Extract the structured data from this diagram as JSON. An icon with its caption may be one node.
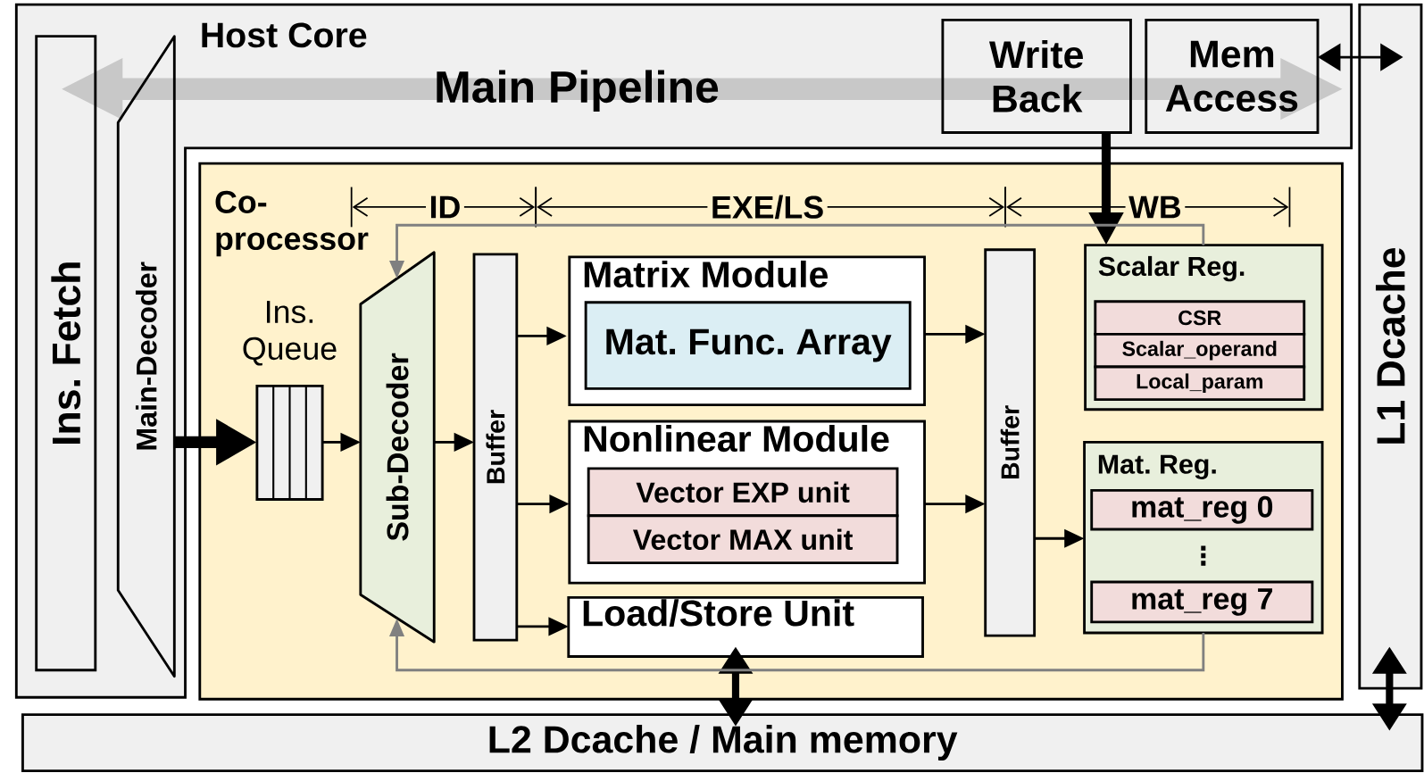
{
  "diagram": {
    "nodes": [
      {
        "text": [
          "Host Core"
        ]
      },
      {
        "text": [
          "Ins. Fetch"
        ],
        "in": 0
      },
      {
        "text": [
          "Main-Decoder"
        ],
        "in": 0
      },
      {
        "text": [
          "Write Back"
        ],
        "in": 0
      },
      {
        "text": [
          "Mem Access"
        ],
        "in": 0
      },
      {
        "text": [
          "L1 Dcache"
        ]
      },
      {
        "text": [
          "L2 Dcache / Main memory"
        ]
      },
      {
        "text": [
          "Co-processor"
        ]
      },
      {
        "text": [
          "Ins. Queue"
        ],
        "in": 7
      },
      {
        "text": [
          "Sub-Decoder"
        ],
        "in": 7
      },
      {
        "text": [
          "Buffer"
        ],
        "in": 7
      },
      {
        "text": [
          "Matrix Module"
        ],
        "in": 7
      },
      {
        "text": [
          "Mat. Func. Array"
        ],
        "in": 11
      },
      {
        "text": [
          "Nonlinear Module"
        ],
        "in": 7
      },
      {
        "text": [
          "Vector EXP unit"
        ],
        "in": 13
      },
      {
        "text": [
          "Vector MAX unit"
        ],
        "in": 13
      },
      {
        "text": [
          "Load/Store Unit"
        ],
        "in": 7
      },
      {
        "text": [
          "Buffer"
        ],
        "in": 7
      },
      {
        "text": [
          "Scalar Reg."
        ],
        "in": 7
      },
      {
        "text": [
          "CSR"
        ],
        "in": 18
      },
      {
        "text": [
          "Scalar_operand"
        ],
        "in": 18
      },
      {
        "text": [
          "Local_param"
        ],
        "in": 18
      },
      {
        "text": [
          "Mat. Reg."
        ],
        "in": 7
      },
      {
        "text": [
          "mat_reg 0"
        ],
        "in": 22
      },
      {
        "text": [
          "mat_reg 7"
        ],
        "in": 22
      }
    ],
    "edges": [
      {
        "from": 2,
        "to": 8,
        "arrow": "to",
        "style": "thick"
      },
      {
        "from": 8,
        "to": 9,
        "arrow": "to"
      },
      {
        "from": 9,
        "to": 10,
        "arrow": "to"
      },
      {
        "from": 10,
        "to": 11,
        "arrow": "to"
      },
      {
        "from": 10,
        "to": 13,
        "arrow": "to"
      },
      {
        "from": 10,
        "to": 16,
        "arrow": "to"
      },
      {
        "from": 11,
        "to": 17,
        "arrow": "to"
      },
      {
        "from": 13,
        "to": 17,
        "arrow": "to"
      },
      {
        "from": 17,
        "to": 22,
        "arrow": "to"
      },
      {
        "from": 3,
        "to": 18,
        "arrow": "to",
        "style": "thick"
      },
      {
        "from": 4,
        "to": 5,
        "arrow": "both"
      },
      {
        "from": 5,
        "to": 6,
        "arrow": "both",
        "style": "thick"
      },
      {
        "from": 16,
        "to": 6,
        "arrow": "both",
        "style": "thick"
      },
      {
        "from": 18,
        "to": 9,
        "arrow": "to",
        "color": "#808080"
      },
      {
        "from": 22,
        "to": 9,
        "arrow": "to",
        "color": "#808080"
      }
    ],
    "labels": [
      "Main Pipeline",
      "ID",
      "EXE/LS",
      "WB",
      "⋮"
    ]
  }
}
